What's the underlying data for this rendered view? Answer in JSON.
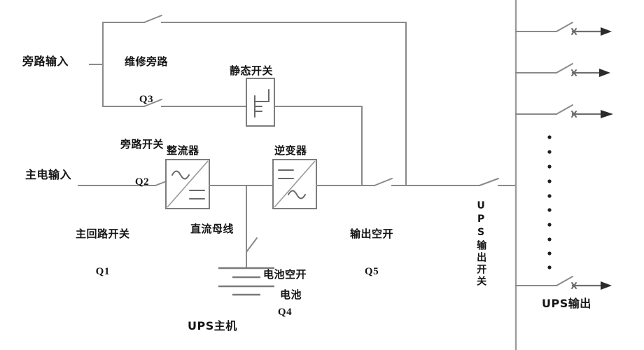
{
  "diagram": {
    "title_main_unit": "UPS主机",
    "title_output_panel": "UPS输出",
    "colors": {
      "background": "#ffffff",
      "wire": "#8a8a8a",
      "wire_dark": "#6f6f6f",
      "text": "#151515",
      "arrow": "#2b2b2b",
      "divider": "#9c9c9c"
    }
  },
  "inputs": {
    "bypass_input": "旁路输入",
    "mains_input": "主电输入"
  },
  "switches": [
    {
      "id": "Q3",
      "name": "维修旁路",
      "code": "Q3",
      "type": "isolator",
      "description": "maintenance-bypass-switch"
    },
    {
      "id": "Q2",
      "name": "旁路开关",
      "code": "Q2",
      "type": "isolator",
      "description": "bypass-switch"
    },
    {
      "id": "Q1",
      "name": "主回路开关",
      "code": "Q1",
      "type": "isolator",
      "description": "main-circuit-switch"
    },
    {
      "id": "Q4",
      "name": "电池空开",
      "code": "Q4",
      "type": "breaker",
      "description": "battery-breaker"
    },
    {
      "id": "Q5",
      "name": "输出空开",
      "code": "Q5",
      "type": "breaker",
      "description": "output-breaker"
    }
  ],
  "blocks": {
    "static_switch": "静态开关",
    "rectifier": "整流器",
    "inverter": "逆变器",
    "dc_bus": "直流母线",
    "battery": "电池",
    "ups_output_switch": "UPS输出开关"
  },
  "output_panel": {
    "label": "UPS输出",
    "branch_count_visible": 4,
    "ellipsis_dots": 10,
    "branches": [
      {
        "index": 1,
        "type": "switched-feeder"
      },
      {
        "index": 2,
        "type": "switched-feeder"
      },
      {
        "index": 3,
        "type": "switched-feeder"
      },
      {
        "index": 4,
        "type": "switched-feeder"
      }
    ]
  },
  "icons": {
    "rectifier_icon": "ac-to-dc-converter-icon",
    "inverter_icon": "dc-to-ac-converter-icon",
    "static_switch_icon": "thyristor-switch-icon",
    "battery_icon": "battery-cell-icon",
    "arrow_icon": "load-arrow-icon"
  }
}
